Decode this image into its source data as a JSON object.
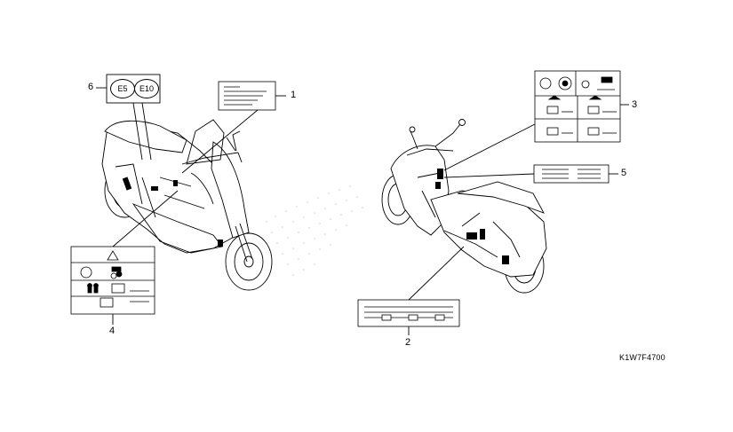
{
  "callouts": [
    "1",
    "2",
    "3",
    "4",
    "5",
    "6"
  ],
  "fuel_labels": [
    "E5",
    "E10"
  ],
  "reference_code": "K1W7F4700",
  "line_color": "#000000"
}
